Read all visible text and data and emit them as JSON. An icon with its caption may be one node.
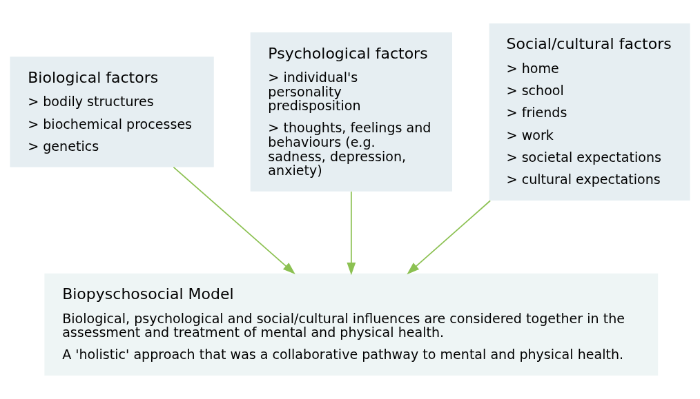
{
  "diagram": {
    "nodes": [
      {
        "text": [
          "Biological factors",
          "> bodily structures",
          "> biochemical processes",
          "> genetics"
        ]
      },
      {
        "text": [
          "Psychological factors",
          "> individual's personality predisposition",
          "> thoughts, feelings and behaviours (e.g. sadness, depression, anxiety)"
        ]
      },
      {
        "text": [
          "Social/cultural factors",
          "> home",
          "> school",
          "> friends",
          "> work",
          "> societal expectations",
          "> cultural expectations"
        ]
      },
      {
        "text": [
          "Biopyschosocial Model",
          "Biological, psychological and social/cultural influences are considered together in the assessment and treatment of mental and physical health.",
          "A 'holistic' approach that was a collaborative pathway to mental and physical health."
        ]
      }
    ],
    "edges": [
      {
        "from": 0,
        "to": 3,
        "arrow": "to"
      },
      {
        "from": 1,
        "to": 3,
        "arrow": "to"
      },
      {
        "from": 2,
        "to": 3,
        "arrow": "to"
      }
    ]
  }
}
